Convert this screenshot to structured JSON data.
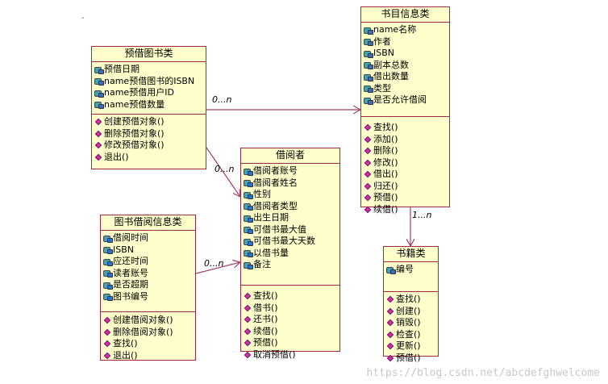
{
  "stray_mark": "-",
  "classes": {
    "reservation": {
      "title": "预借图书类",
      "attributes": [
        "预借日期",
        "name预借图书的ISBN",
        "name预借用户ID",
        "name预借数量"
      ],
      "methods": [
        "创建预借对象()",
        "删除预借对象()",
        "修改预借对象()",
        "退出()"
      ]
    },
    "catalog": {
      "title": "书目信息类",
      "attributes": [
        "name名称",
        "作者",
        "ISBN",
        "副本总数",
        "借出数量",
        "类型",
        "是否允许借阅"
      ],
      "methods": [
        "查找()",
        "添加()",
        "删除()",
        "修改()",
        "借出()",
        "归还()",
        "预借()",
        "续借()"
      ]
    },
    "borrower": {
      "title": "借阅者",
      "attributes": [
        "借阅者账号",
        "借阅者姓名",
        "性别",
        "借阅者类型",
        "出生日期",
        "可借书最大值",
        "可借书最大天数",
        "以借书量",
        "备注"
      ],
      "methods": [
        "查找()",
        "借书()",
        "还书()",
        "续借()",
        "预借()",
        "取消预借()"
      ]
    },
    "loan_record": {
      "title": "图书借阅信息类",
      "attributes": [
        "借阅时间",
        "ISBN",
        "应还时间",
        "读者账号",
        "是否超期",
        "图书编号"
      ],
      "methods": [
        "创建借阅对象()",
        "删除借阅对象()",
        "查找()",
        "退出()"
      ]
    },
    "book": {
      "title": "书籍类",
      "attributes": [
        "编号"
      ],
      "methods": [
        "查找()",
        "创建()",
        "销毁()",
        "检查()",
        "更新()",
        "预借()"
      ]
    }
  },
  "multiplicities": {
    "reservation_to_catalog": "0...n",
    "reservation_to_borrower": "0...n",
    "loan_to_borrower": "0...n",
    "catalog_to_book": "1...n"
  },
  "watermark": "https://blog.csdn.net/abcdefghwelcome",
  "colors": {
    "class_fill": "#ffffcc",
    "class_border": "#a02848",
    "association_line": "#a0406a",
    "method_icon": "#d12fa9",
    "attribute_icon": "#3fa4b8"
  }
}
